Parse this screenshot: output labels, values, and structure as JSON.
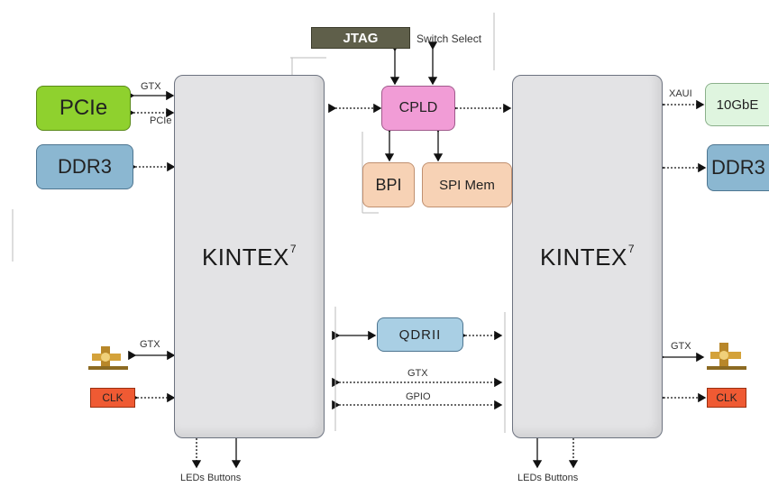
{
  "fpga_left": {
    "name": "KINTEX",
    "sup": "7"
  },
  "fpga_right": {
    "name": "KINTEX",
    "sup": "7"
  },
  "blocks": {
    "jtag": "JTAG",
    "switch_select": "Switch Select",
    "cpld": "CPLD",
    "bpi": "BPI",
    "spi_mem": "SPI Mem",
    "pcie": "PCIe",
    "ddr3_left": "DDR3",
    "ddr3_right": "DDR3",
    "tengbe": "10GbE",
    "qdrii": "QDRII",
    "clk_left": "CLK",
    "clk_right": "CLK"
  },
  "labels": {
    "gtx_pcie_top": "GTX",
    "pcie_small": "PCIe",
    "xaui": "XAUI",
    "gtx_left_clk": "GTX",
    "gtx_right_clk": "GTX",
    "gtx_mid": "GTX",
    "gpio_mid": "GPIO",
    "leds_buttons_left": "LEDs Buttons",
    "leds_buttons_right": "LEDs Buttons"
  },
  "colors": {
    "pcie": "#8fd12e",
    "ddr3": "#8bb7d1",
    "tengbe": "#dff5df",
    "cpld": "#f19cd6",
    "bpi": "#f7d2b5",
    "qdrii": "#a9cfe4",
    "clk": "#ef5a33",
    "jtag": "#5f5f4a",
    "fpga": "#e3e3e5"
  }
}
